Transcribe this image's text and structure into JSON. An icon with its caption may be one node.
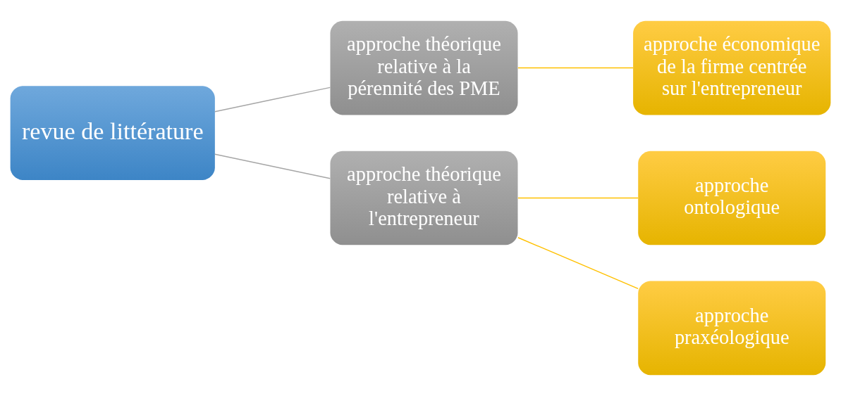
{
  "diagram": {
    "nodes": [
      {
        "text": [
          "revue de littérature"
        ]
      },
      {
        "text": [
          "approche théorique relative à la pérennité des PME"
        ]
      },
      {
        "text": [
          "approche théorique relative à l'entrepreneur"
        ]
      },
      {
        "text": [
          "approche économique de la firme centrée sur l'entrepreneur"
        ]
      },
      {
        "text": [
          "approche ontologique"
        ]
      },
      {
        "text": [
          "approche praxéologique"
        ]
      }
    ],
    "edges": [
      {
        "from": 0,
        "to": 1,
        "arrow": "none",
        "color": "#a6a6a6"
      },
      {
        "from": 0,
        "to": 2,
        "arrow": "none",
        "color": "#a6a6a6"
      },
      {
        "from": 1,
        "to": 3,
        "arrow": "none",
        "color": "#ffc000"
      },
      {
        "from": 2,
        "to": 4,
        "arrow": "none",
        "color": "#ffc000"
      },
      {
        "from": 2,
        "to": 5,
        "arrow": "none",
        "color": "#ffc000"
      }
    ]
  }
}
